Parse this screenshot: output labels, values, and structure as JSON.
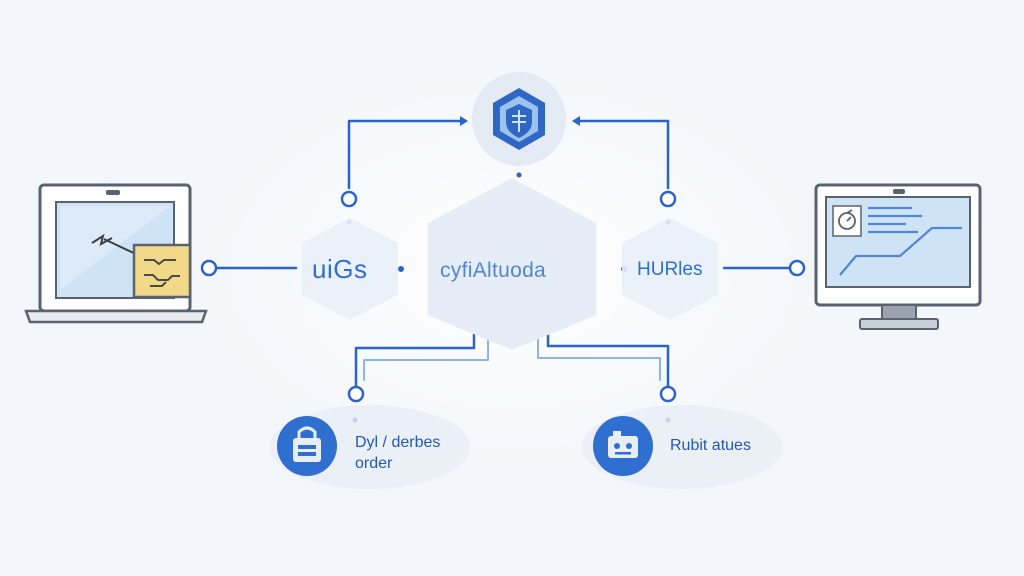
{
  "colors": {
    "background": "#f3f7fb",
    "accent": "#2f6fcf",
    "line": "#2a63c9",
    "line_light": "#8fb4ea",
    "node_fill": "#e8eef7",
    "device_frame": "#5a6270",
    "screen": "#cfe3f7",
    "chip": "#f2d98a"
  },
  "nodes": {
    "top": {
      "icon": "shield-icon"
    },
    "left": {
      "label": "uiGs"
    },
    "center": {
      "label": "cyfiAltuoda"
    },
    "right": {
      "label": "HURles"
    },
    "bottom_left": {
      "icon": "bag-icon",
      "label_line1": "Dyl / derbes",
      "label_line2": "order"
    },
    "bottom_right": {
      "icon": "robot-icon",
      "label": "Rubit atues"
    }
  },
  "devices": {
    "left": {
      "icon": "laptop-icon",
      "badge_icon": "circuit-chip-icon"
    },
    "right": {
      "icon": "monitor-icon",
      "screen_icon": "refresh-icon"
    }
  }
}
